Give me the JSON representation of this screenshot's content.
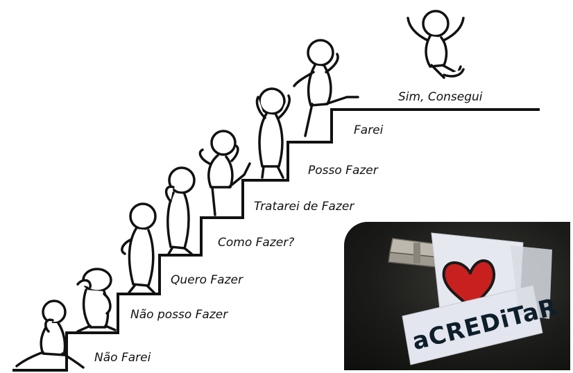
{
  "steps": [
    {
      "label": "Não Farei"
    },
    {
      "label": "Não posso Fazer"
    },
    {
      "label": "Quero Fazer"
    },
    {
      "label": "Como Fazer?"
    },
    {
      "label": "Tratarei de Fazer"
    },
    {
      "label": "Posso Fazer"
    },
    {
      "label": "Farei"
    },
    {
      "label": "Sim, Consegui"
    }
  ],
  "photo": {
    "word": "aCREDiTaR"
  },
  "colors": {
    "ink": "#111111",
    "heart": "#c8201e",
    "photo_background": "#1c1c1a",
    "paper": "#e6e8ef"
  }
}
